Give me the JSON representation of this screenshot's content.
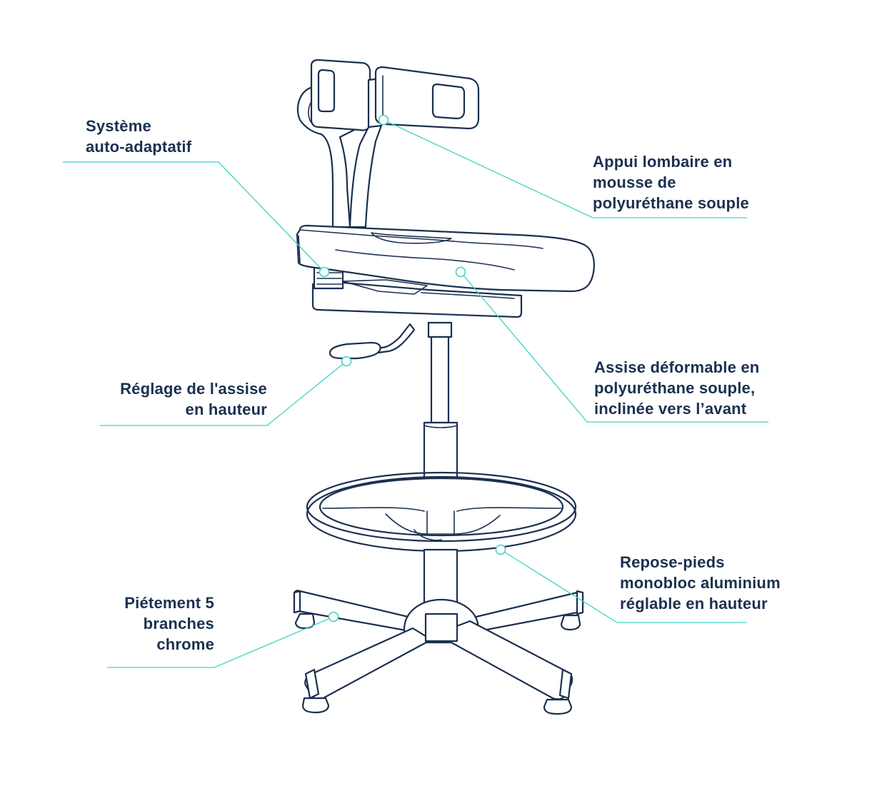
{
  "labels": {
    "systeme": [
      "Système",
      "auto-adaptatif"
    ],
    "appui": [
      "Appui lombaire en",
      "mousse de",
      "polyuréthane souple"
    ],
    "assise": [
      "Assise déformable en",
      "polyuréthane souple,",
      "inclinée vers l’avant"
    ],
    "reglage": [
      "Réglage de l'assise",
      "en hauteur"
    ],
    "repose": [
      "Repose-pieds",
      "monobloc aluminium",
      "réglable en hauteur"
    ],
    "pietement": [
      "Piétement 5",
      "branches",
      "chrome"
    ]
  },
  "colors": {
    "ink": "#1b3050",
    "leader": "#3fd3c3",
    "background": "#ffffff"
  }
}
